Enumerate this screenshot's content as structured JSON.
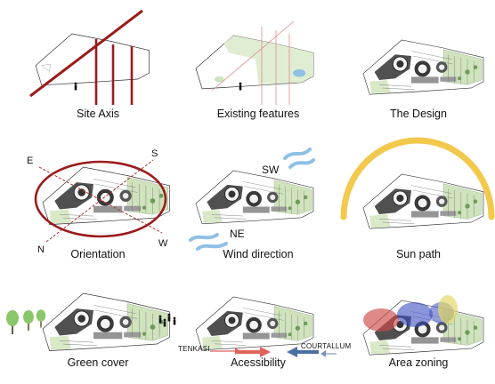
{
  "panels": {
    "site_axis": {
      "caption": "Site Axis"
    },
    "existing_features": {
      "caption": "Existing features"
    },
    "the_design": {
      "caption": "The Design"
    },
    "orientation": {
      "caption": "Orientation",
      "east": "E",
      "south": "S",
      "north": "N",
      "west": "W"
    },
    "wind_direction": {
      "caption": "Wind direction",
      "sw": "SW",
      "ne": "NE"
    },
    "sun_path": {
      "caption": "Sun path"
    },
    "green_cover": {
      "caption": "Green cover"
    },
    "accessibility": {
      "caption": "Acessibility",
      "from_left": "TENKASI",
      "from_right": "COURTALLUM"
    },
    "area_zoning": {
      "caption": "Area zoning"
    }
  },
  "colors": {
    "axis_red": "#9b1c1c",
    "compass_red": "#b03030",
    "green_fill": "#dfeed2",
    "plan_green": "#cfe3bd",
    "wind_blue": "#8fc0e6",
    "sun_yellow": "#f2c94c",
    "tree_green": "#8cc66b",
    "arrow_red": "#e0625a",
    "arrow_blue": "#4a6fa5",
    "zone_red": "#d04a4a",
    "zone_blue": "#3d4fc0",
    "zone_yellow": "#e2d86a"
  }
}
